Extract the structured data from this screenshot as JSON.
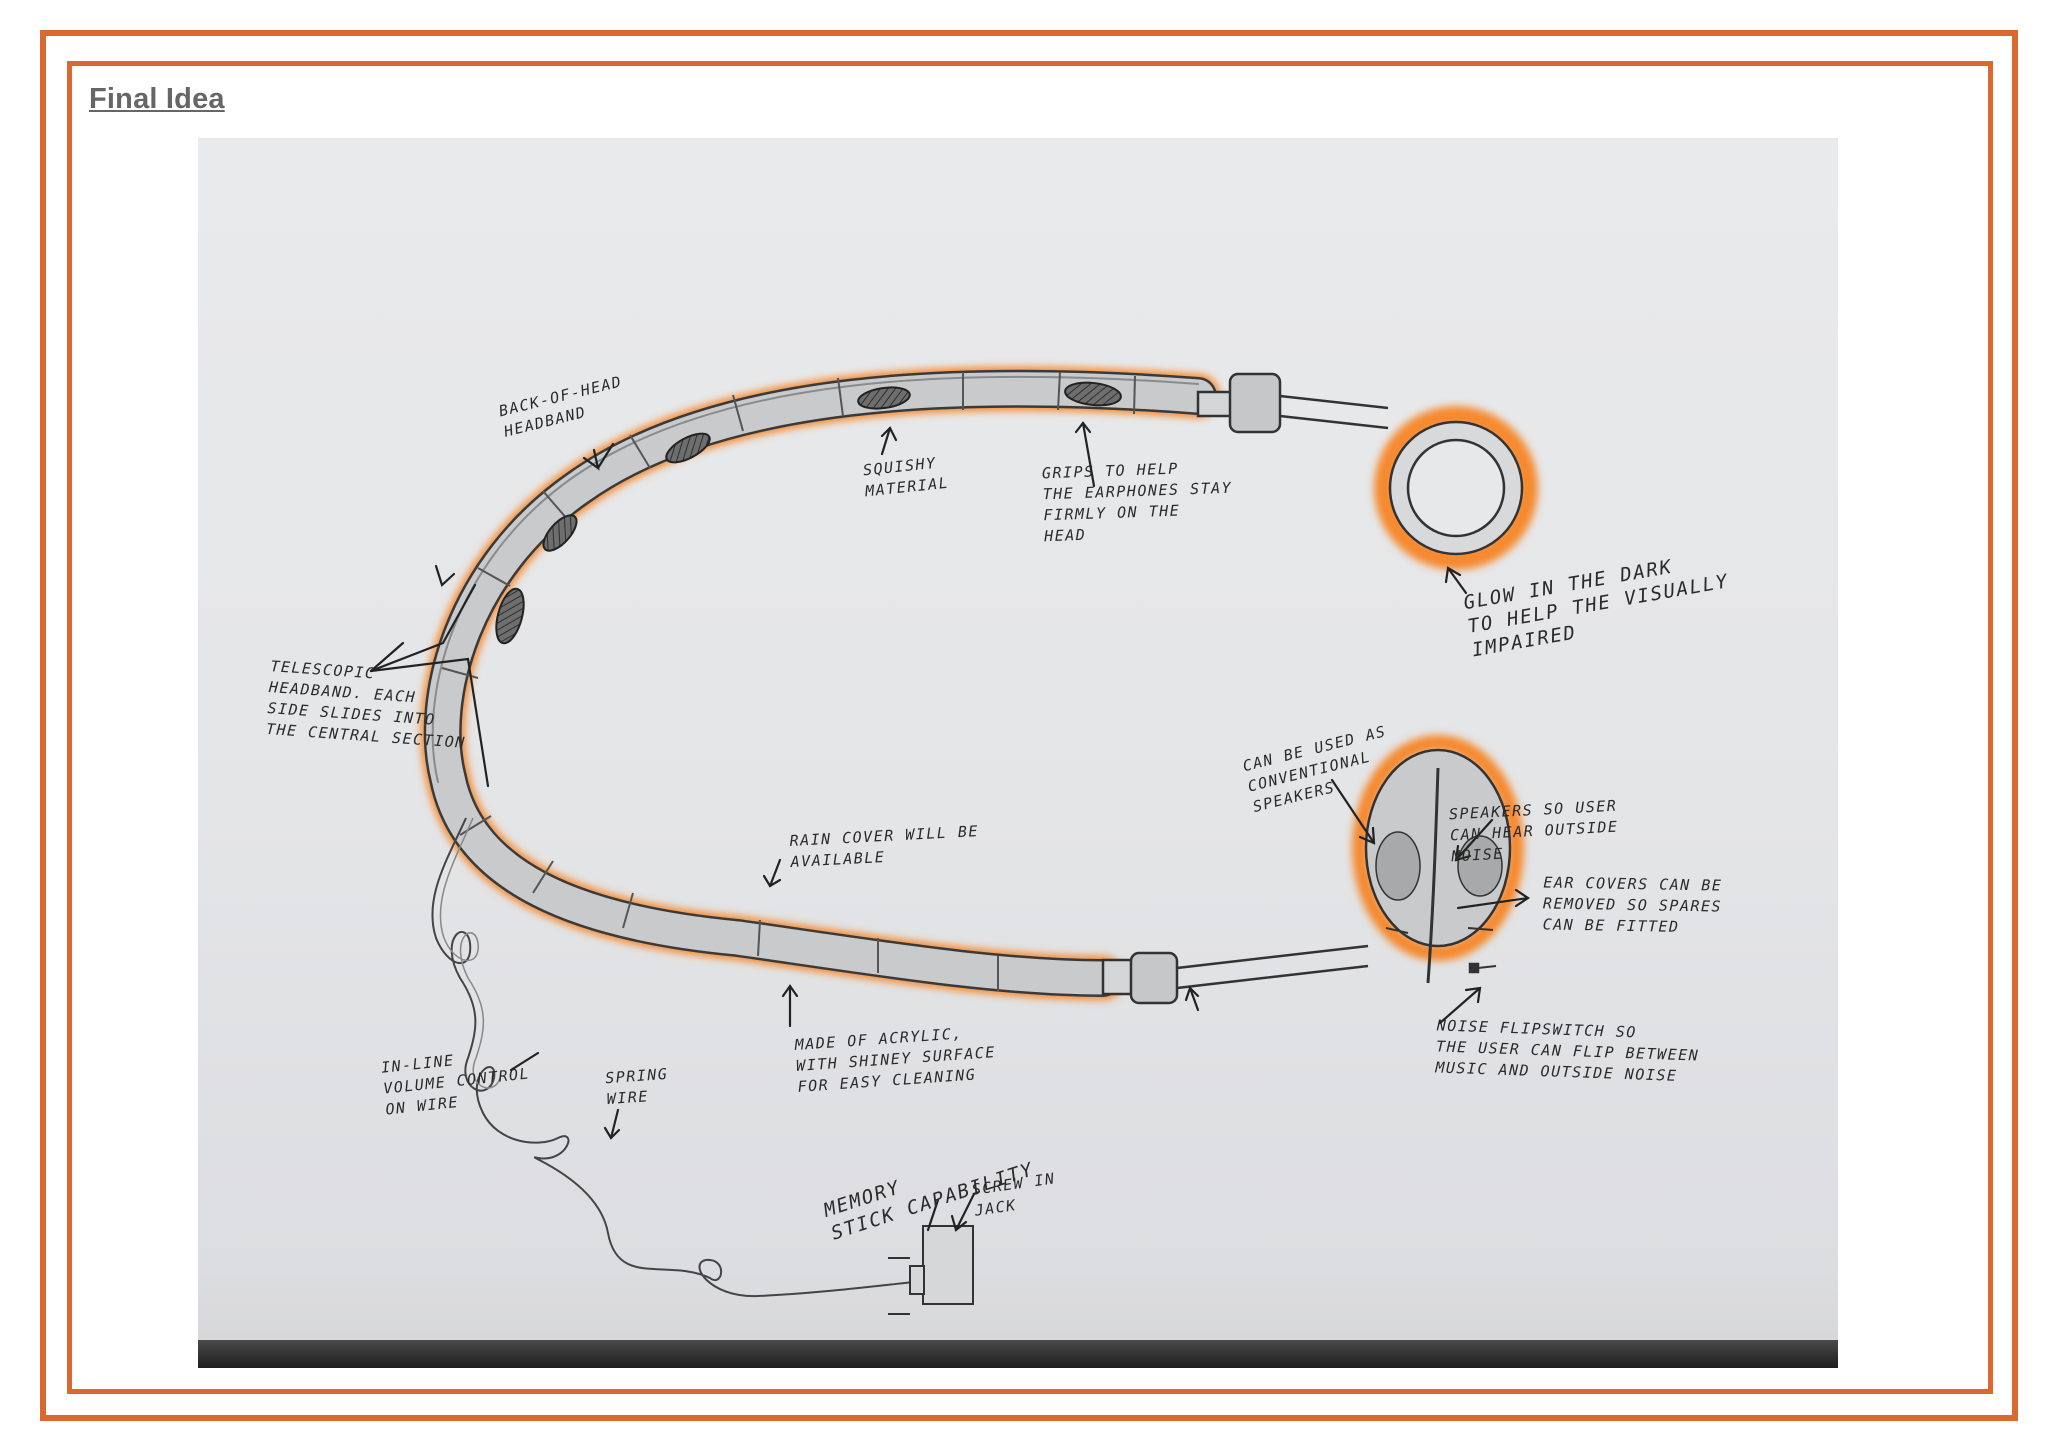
{
  "page": {
    "title": "Final Idea",
    "frame_color": "#d9692f"
  },
  "sketch": {
    "glow_color": "#f5892e",
    "annotations": {
      "back_of_head": "BACK-OF-HEAD\nHEADBAND",
      "squishy": "SQUISHY\nMATERIAL",
      "grips": "GRIPS TO HELP\nTHE EARPHONES STAY\nFIRMLY ON THE\nHEAD",
      "glow": "GLOW IN THE DARK\nTO HELP THE VISUALLY\nIMPAIRED",
      "telescopic": "TELESCOPIC\nHEADBAND. EACH\nSIDE SLIDES INTO\nTHE CENTRAL SECTION",
      "conventional": "CAN BE USED AS\nCONVENTIONAL\nSPEAKERS",
      "speakers": "SPEAKERS SO USER\nCAN HEAR OUTSIDE\nNOISE",
      "ear_covers": "EAR COVERS CAN BE\nREMOVED SO SPARES\nCAN BE FITTED",
      "rain_cover": "RAIN COVER WILL BE\nAVAILABLE",
      "acrylic": "MADE OF ACRYLIC,\nWITH SHINEY SURFACE\nFOR EASY CLEANING",
      "noise_switch": "NOISE FLIPSWITCH SO\nTHE USER CAN FLIP BETWEEN\nMUSIC AND OUTSIDE NOISE",
      "volume": "IN-LINE\nVOLUME CONTROL\nON WIRE",
      "spring": "SPRING\nWIRE",
      "memory": "MEMORY\nSTICK CAPABILITY",
      "screw_jack": "SCREW IN\nJACK"
    }
  }
}
